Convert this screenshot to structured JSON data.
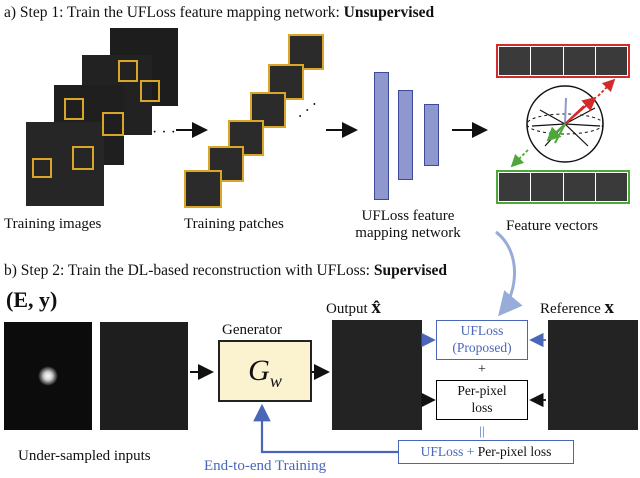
{
  "step1": {
    "prefix": "a) Step 1: Train the UFLoss feature mapping network: ",
    "emphasis": "Unsupervised"
  },
  "step2": {
    "prefix": "b) Step 2: Train the DL-based reconstruction with UFLoss: ",
    "emphasis": "Supervised"
  },
  "labels": {
    "training_images": "Training images",
    "training_patches": "Training patches",
    "network_line1": "UFLoss feature",
    "network_line2": "mapping network",
    "feature_vectors": "Feature vectors",
    "ey": "(E, y)",
    "output": "Output",
    "output_symbol": "x̂",
    "reference": "Reference",
    "reference_symbol": "x",
    "generator": "Generator",
    "generator_symbol": "G",
    "generator_sub": "w",
    "undersampled": "Under-sampled inputs",
    "end_to_end": "End-to-end Training",
    "ellipsis": "· · ·"
  },
  "boxes": {
    "ufloss_line1": "UFLoss",
    "ufloss_line2": "(Proposed)",
    "plus": "+",
    "perpixel_line1": "Per-pixel",
    "perpixel_line2": "loss",
    "equals": "||",
    "total_ufloss": "UFLoss",
    "total_plus": " + ",
    "total_perpixel": "Per-pixel loss"
  },
  "colors": {
    "patch_border": "#d9a62a",
    "network_fill": "#8f97cf",
    "red_strip": "#d62a2a",
    "green_strip": "#4ea838",
    "blue_accent": "#4a66b8",
    "generator_fill": "#fbf2cf"
  }
}
